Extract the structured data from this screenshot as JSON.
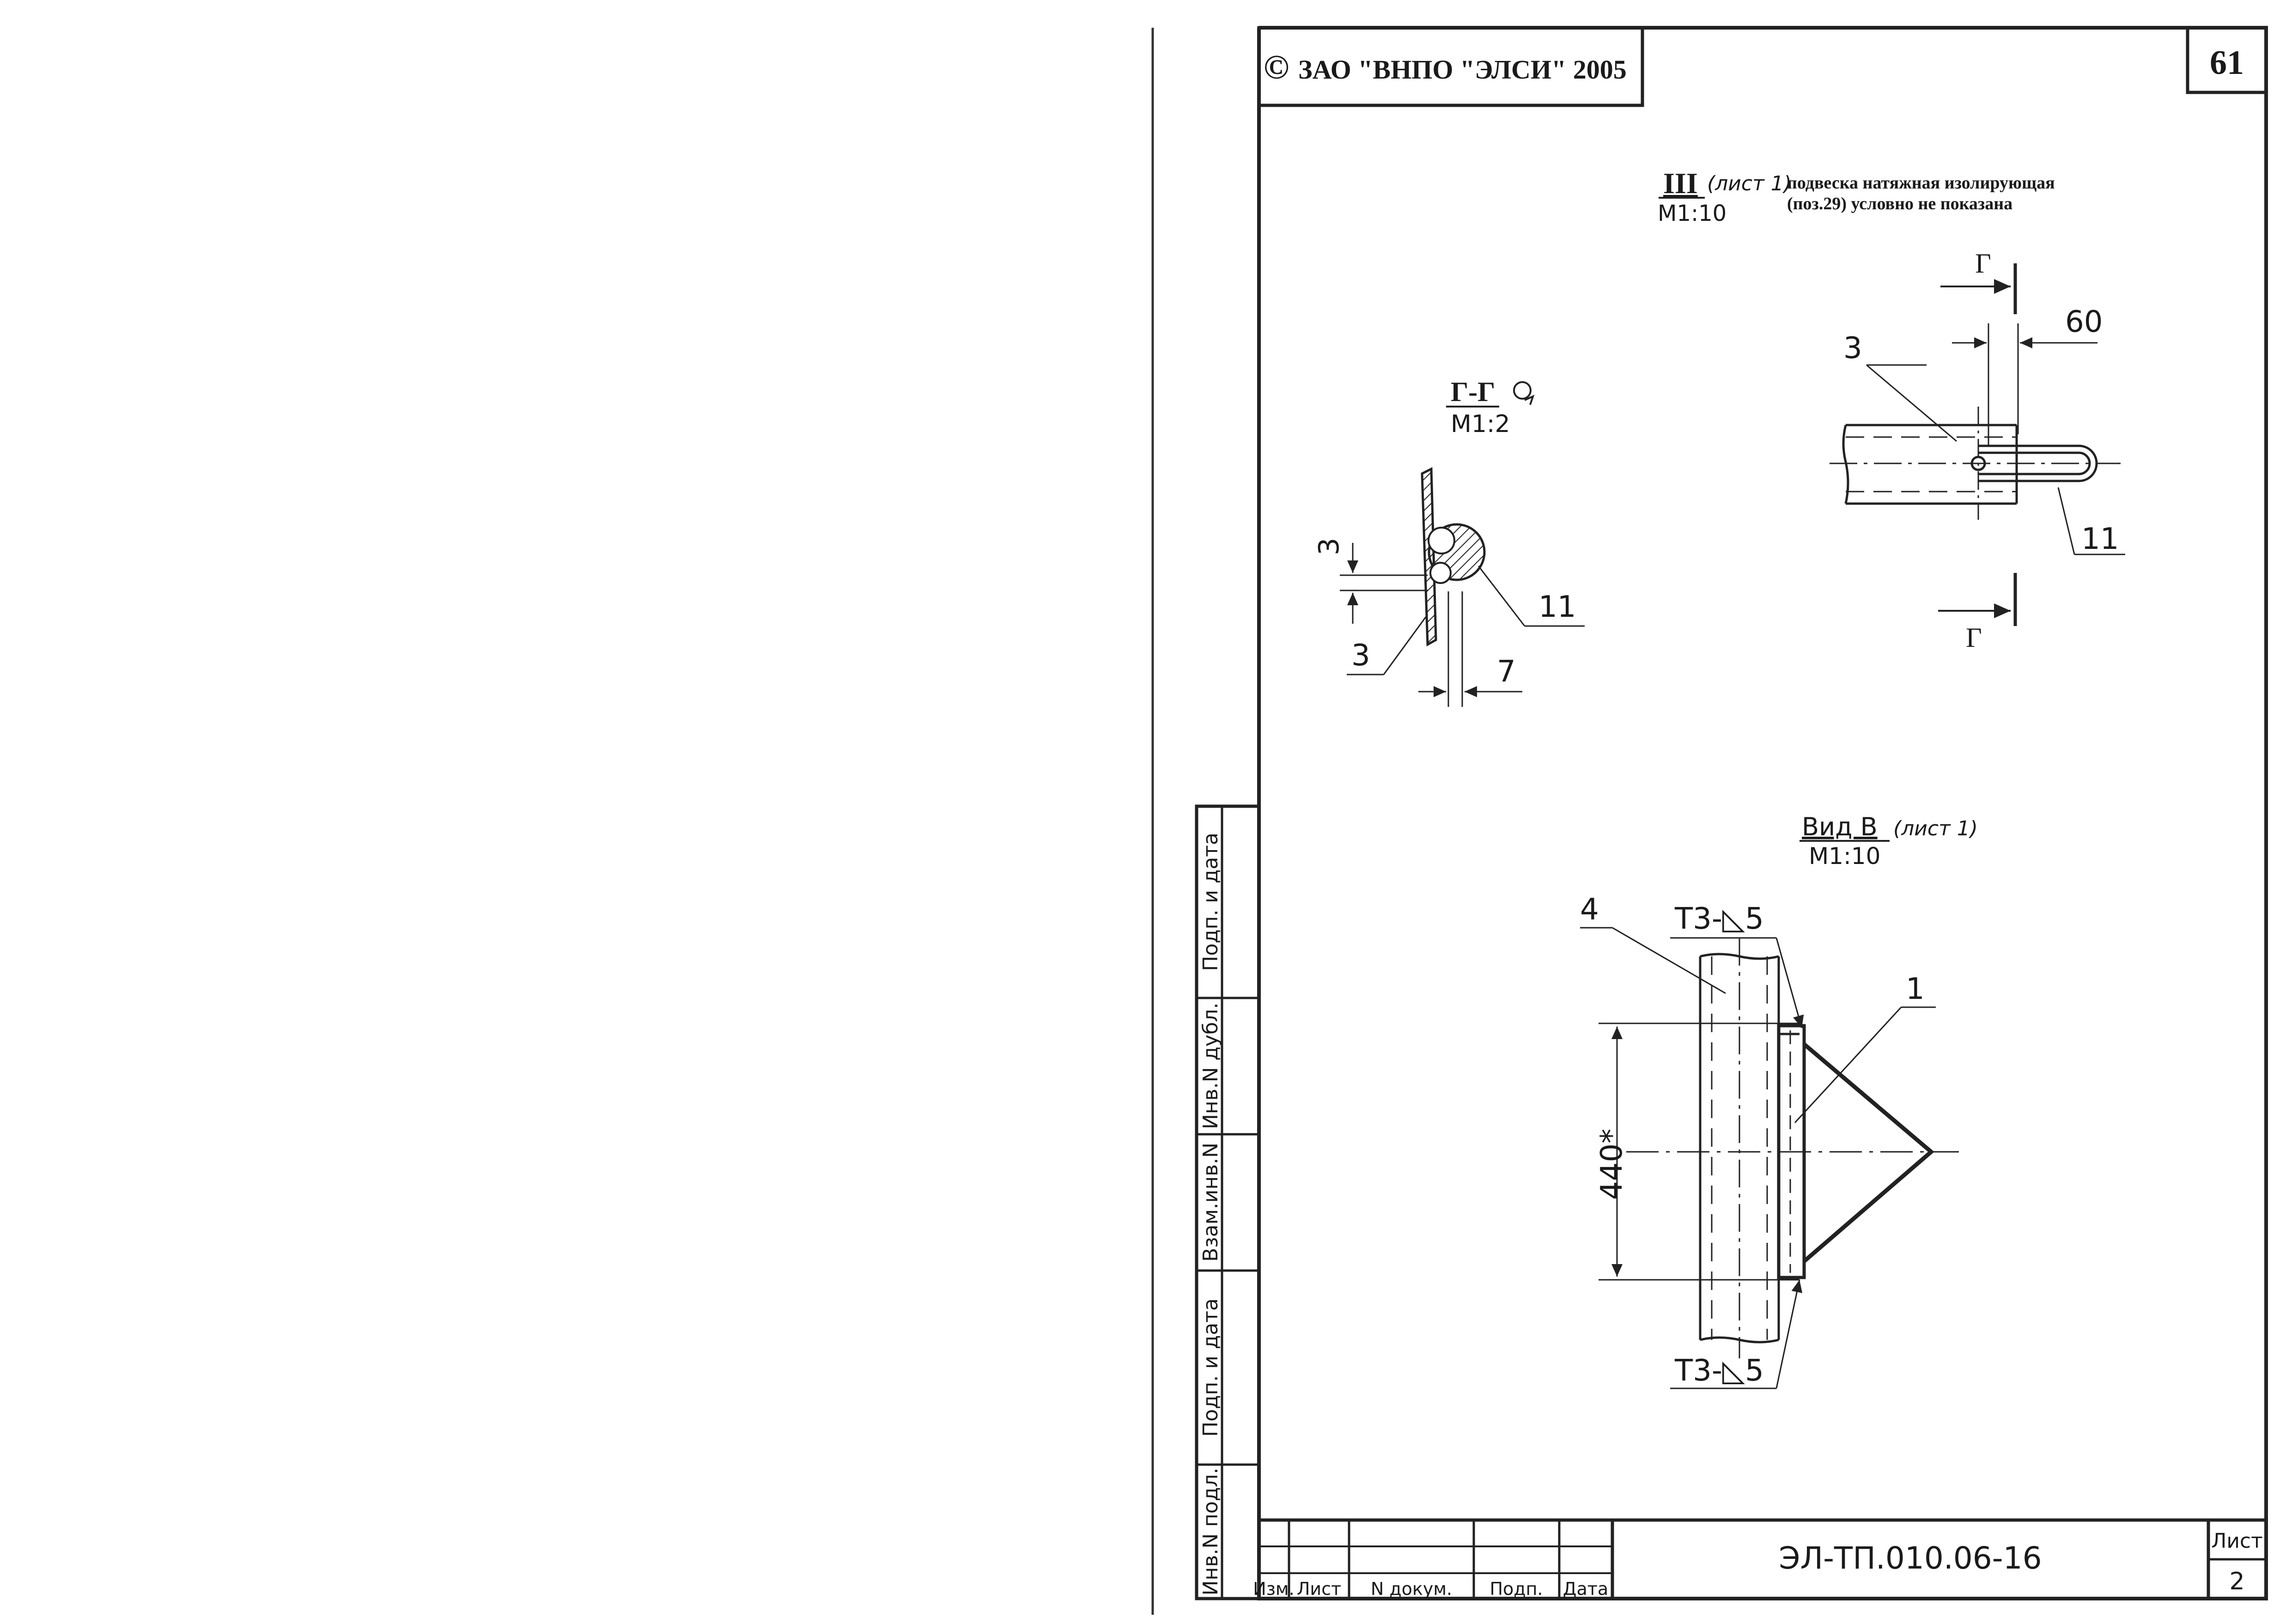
{
  "header": {
    "copyright_symbol": "©",
    "copyright": "ЗАО \"ВНПО \"ЭЛСИ\" 2005",
    "page_number": "61"
  },
  "view_iii": {
    "title": "III",
    "sheet_ref": "(лист 1)",
    "scale": "М1:10",
    "note_line1": "подвеска натяжная изолирующая",
    "note_line2": "(поз.29) условно не показана",
    "section_mark_top": "Г",
    "section_mark_bottom": "Г",
    "dim_60": "60",
    "callout_3": "3",
    "callout_11": "11"
  },
  "section_gg": {
    "title": "Г-Г",
    "scale": "М1:2",
    "dim_3": "3",
    "dim_7": "7",
    "callout_3": "3",
    "callout_11": "11"
  },
  "view_b": {
    "title": "Вид В",
    "sheet_ref": "(лист 1)",
    "scale": "М1:10",
    "callout_4": "4",
    "callout_1": "1",
    "weld_top": "Т3-◺5",
    "weld_bottom": "Т3-◺5",
    "dim_440": "440*"
  },
  "side_stamp": {
    "labels": [
      "Подп. и дата",
      "Инв.N дубл.",
      "Взам.инв.N",
      "Подп. и дата",
      "Инв.N подл."
    ]
  },
  "title_block": {
    "columns": [
      "Изм.",
      "Лист",
      "N докум.",
      "Подп.",
      "Дата"
    ],
    "designation": "ЭЛ-ТП.010.06-16",
    "sheet_label": "Лист",
    "sheet_value": "2"
  }
}
